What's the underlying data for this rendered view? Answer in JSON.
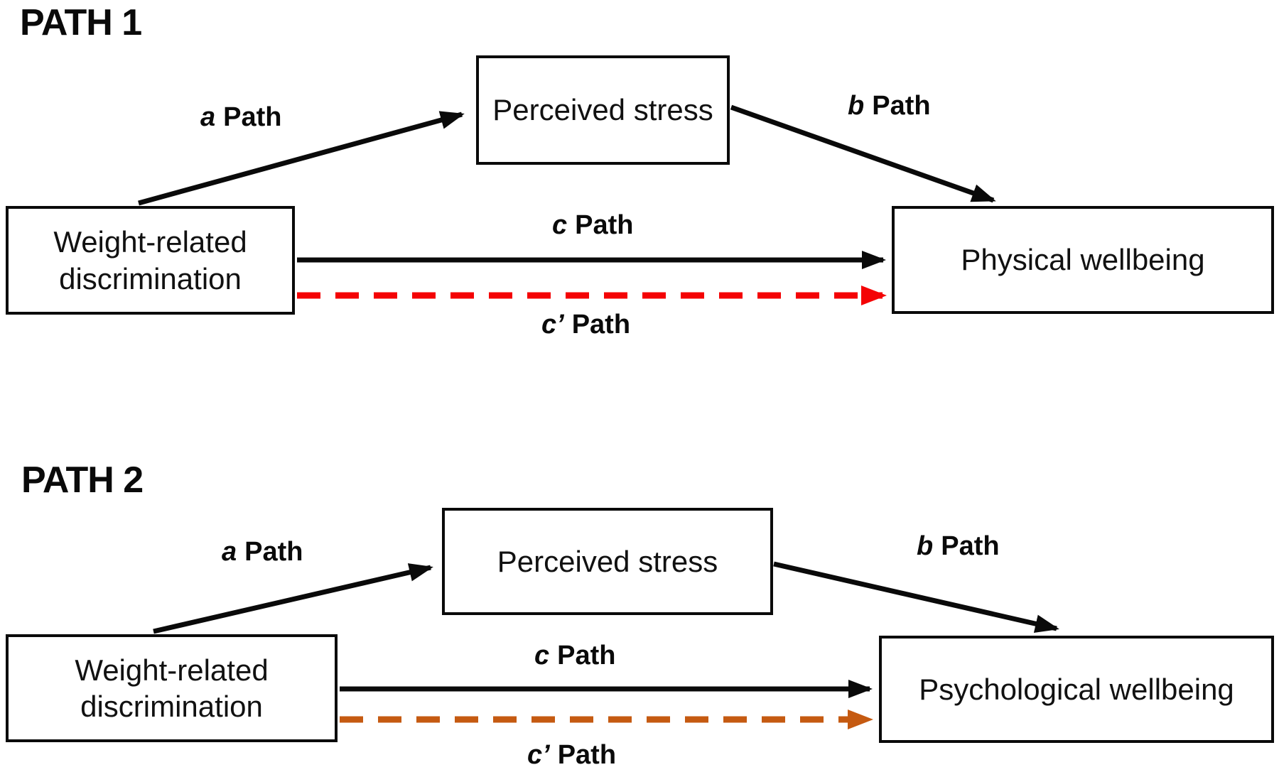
{
  "figure": {
    "background_color": "#ffffff",
    "line_color": "#0a0a0a",
    "diagrams": [
      {
        "title": "PATH 1",
        "nodes": {
          "predictor": "Weight-related discrimination",
          "mediator": "Perceived stress",
          "outcome": "Physical wellbeing"
        },
        "path_labels": {
          "a": "a",
          "b": "b",
          "c": "c",
          "c_prime": "c’",
          "word": "Path"
        },
        "colors": {
          "solid_arrow": "#0a0a0a",
          "dashed_arrow": "#f40305"
        }
      },
      {
        "title": "PATH 2",
        "nodes": {
          "predictor": "Weight-related discrimination",
          "mediator": "Perceived stress",
          "outcome": "Psychological wellbeing"
        },
        "path_labels": {
          "a": "a",
          "b": "b",
          "c": "c",
          "c_prime": "c’",
          "word": "Path"
        },
        "colors": {
          "solid_arrow": "#0a0a0a",
          "dashed_arrow": "#c55a11"
        }
      }
    ]
  }
}
